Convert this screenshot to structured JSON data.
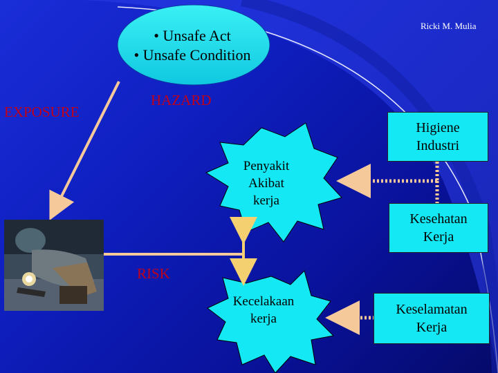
{
  "slide": {
    "author": "Ricki M. Mulia",
    "oval": {
      "line1": "• Unsafe Act",
      "line2": "• Unsafe Condition"
    },
    "labels": {
      "exposure": "EXPOSURE",
      "hazard": "HAZARD",
      "risk": "RISK"
    },
    "bursts": {
      "penyakit": [
        "Penyakit",
        "Akibat",
        "kerja"
      ],
      "kecelakaan": [
        "Kecelakaan",
        "kerja"
      ]
    },
    "boxes": {
      "higiene": [
        "Higiene",
        "Industri"
      ],
      "kesehatan": [
        "Kesehatan",
        "Kerja"
      ],
      "keselamatan": [
        "Keselamatan",
        "Kerja"
      ]
    }
  },
  "colors": {
    "box_fill": "#15e8f5",
    "label_red": "#c0001a",
    "arrow": "#f5c99a",
    "arrow_yellow": "#f5d070"
  },
  "icons": {
    "photo": "welder-photo"
  }
}
